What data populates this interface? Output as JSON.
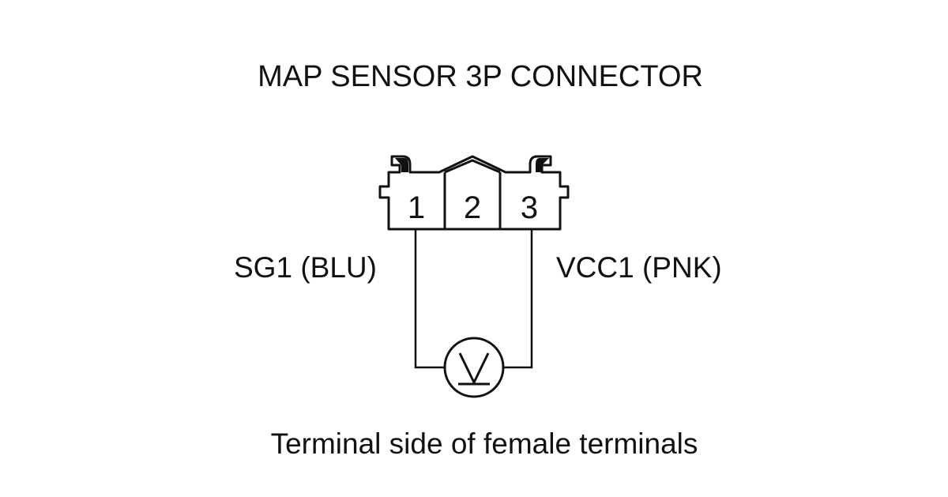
{
  "title": "MAP SENSOR 3P CONNECTOR",
  "connector": {
    "pins": [
      "1",
      "2",
      "3"
    ]
  },
  "wires": {
    "left_label": "SG1 (BLU)",
    "right_label": "VCC1 (PNK)"
  },
  "meter_icon": "voltmeter-icon",
  "caption": "Terminal side of female terminals",
  "colors": {
    "line": "#111111",
    "background": "#ffffff"
  }
}
